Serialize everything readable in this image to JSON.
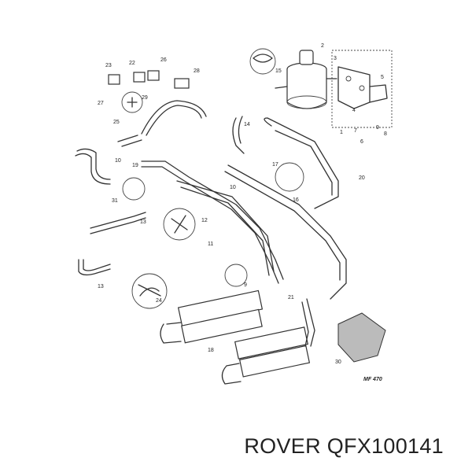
{
  "caption": "ROVER QFX100141",
  "figure_ref": "MF 470",
  "callouts": [
    "1",
    "2",
    "3",
    "4",
    "5",
    "6",
    "7",
    "8",
    "9",
    "10",
    "11",
    "12",
    "13",
    "14",
    "15",
    "16",
    "17",
    "18",
    "19",
    "20",
    "21",
    "22",
    "23",
    "24",
    "25",
    "26",
    "27",
    "28",
    "29",
    "30",
    "31"
  ]
}
